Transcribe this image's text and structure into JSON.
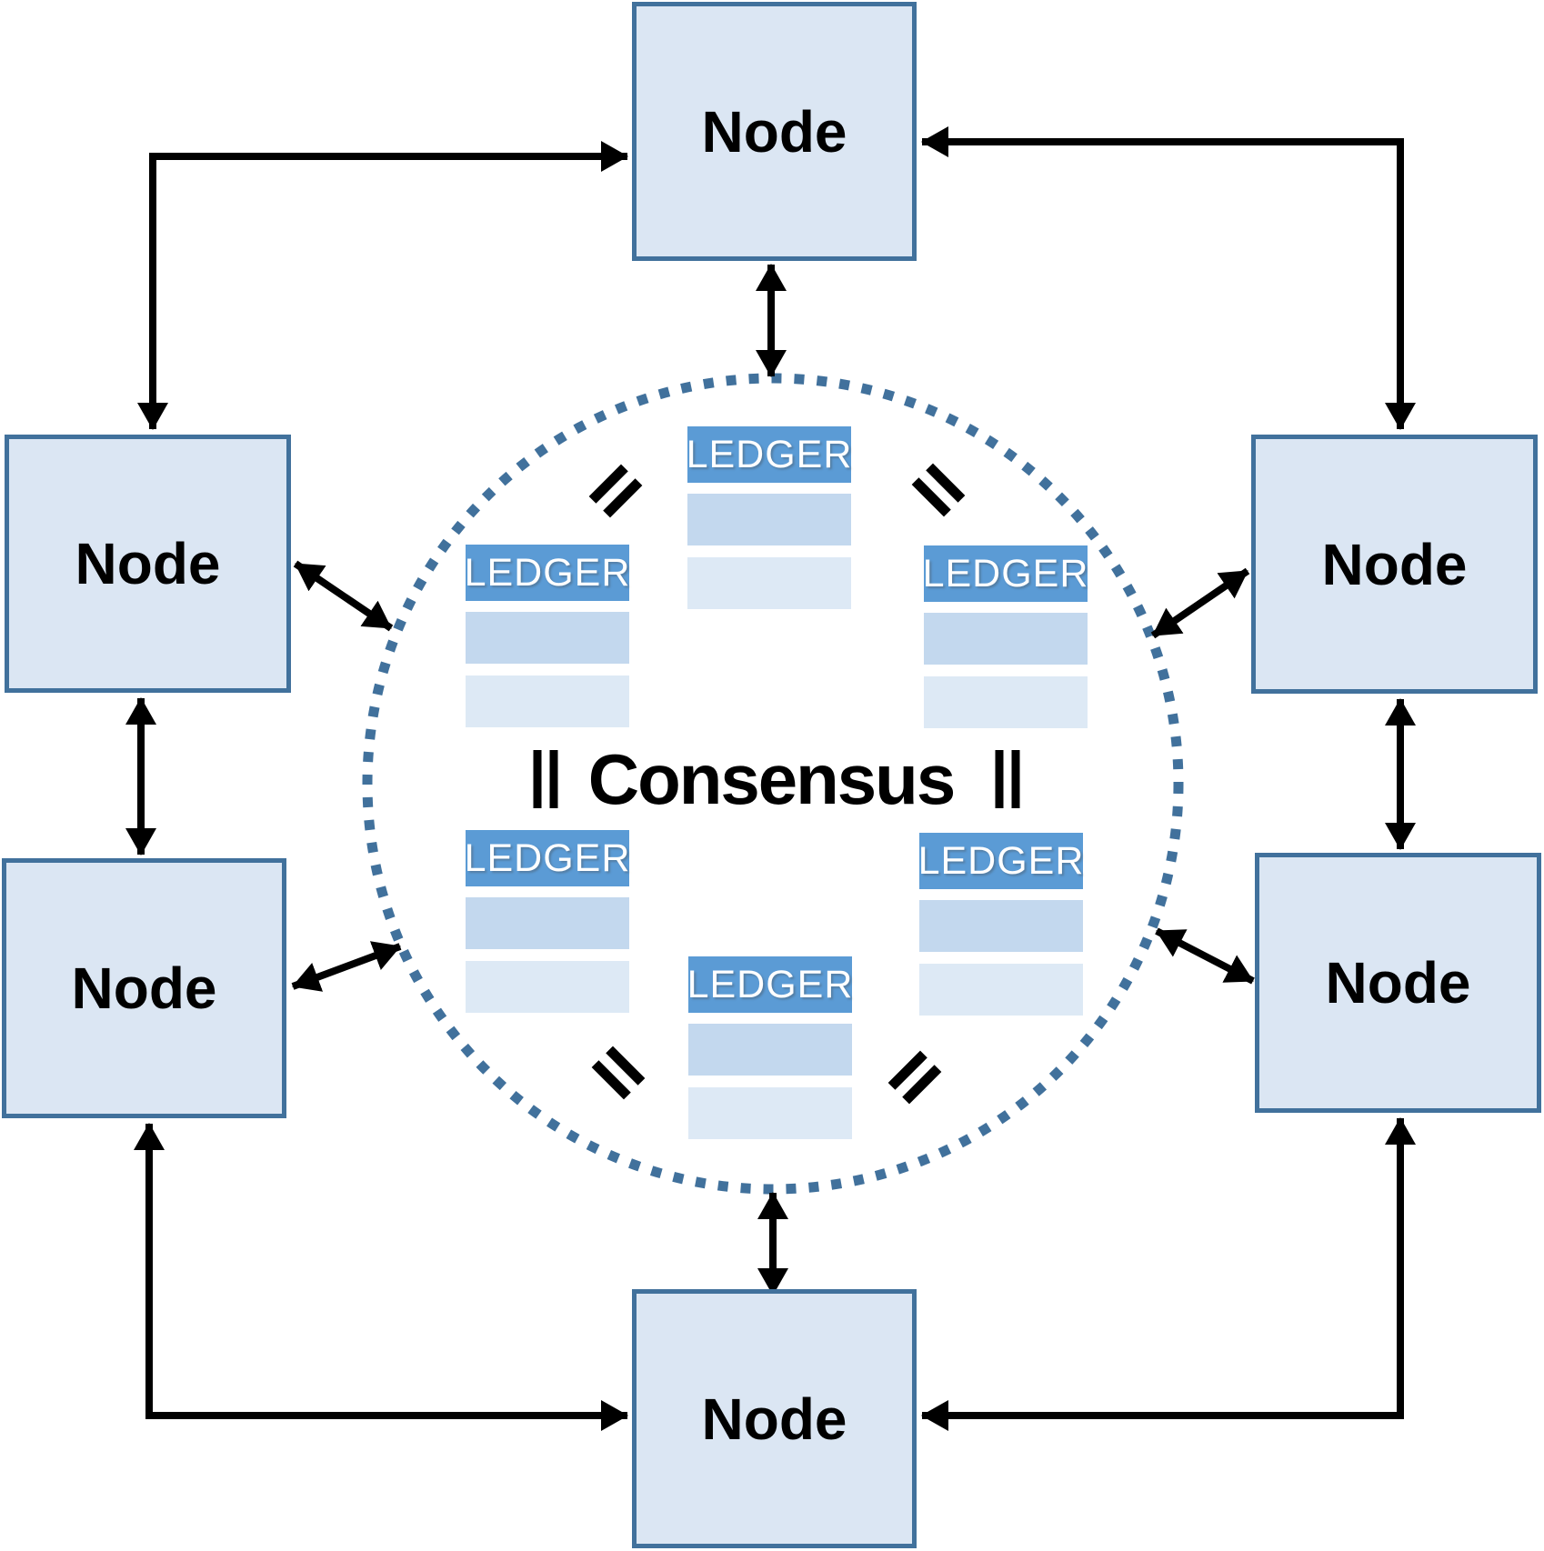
{
  "diagram": {
    "consensus_label": "Consensus",
    "nodes": [
      {
        "id": "top",
        "label": "Node"
      },
      {
        "id": "upper-left",
        "label": "Node"
      },
      {
        "id": "upper-right",
        "label": "Node"
      },
      {
        "id": "lower-left",
        "label": "Node"
      },
      {
        "id": "lower-right",
        "label": "Node"
      },
      {
        "id": "bottom",
        "label": "Node"
      }
    ],
    "ledgers": [
      {
        "id": "top",
        "label": "LEDGER"
      },
      {
        "id": "upper-left",
        "label": "LEDGER"
      },
      {
        "id": "upper-right",
        "label": "LEDGER"
      },
      {
        "id": "lower-left",
        "label": "LEDGER"
      },
      {
        "id": "lower-right",
        "label": "LEDGER"
      },
      {
        "id": "bottom",
        "label": "LEDGER"
      }
    ],
    "colors": {
      "node_fill": "#dbe6f3",
      "node_border": "#41719c",
      "ledger_header": "#5b9bd5",
      "ledger_row_medium": "#c3d8ee",
      "ledger_row_light": "#dde9f5",
      "ledger_text": "#ffffff",
      "circle_dots": "#41719c",
      "arrows": "#000000",
      "text": "#000000"
    }
  }
}
